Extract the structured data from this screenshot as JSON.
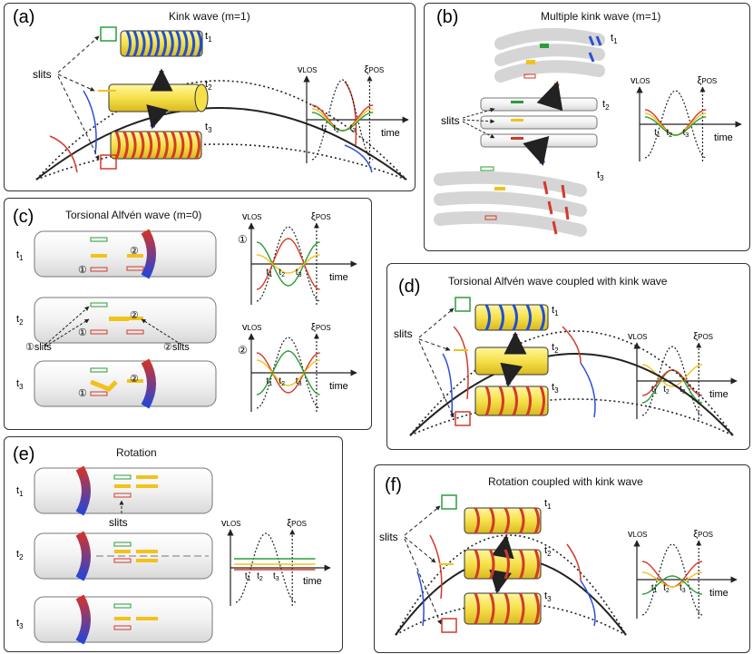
{
  "panels": {
    "a": {
      "label": "(a)",
      "title": "Kink wave (m=1)"
    },
    "b": {
      "label": "(b)",
      "title": "Multiple kink wave (m=1)"
    },
    "c": {
      "label": "(c)",
      "title": "Torsional Alfvén wave (m=0)"
    },
    "d": {
      "label": "(d)",
      "title": "Torsional Alfvén wave coupled with kink wave"
    },
    "e": {
      "label": "(e)",
      "title": "Rotation"
    },
    "f": {
      "label": "(f)",
      "title": "Rotation coupled with kink wave"
    }
  },
  "text": {
    "slits": "slits",
    "t1": "t",
    "t2": "t",
    "t3": "t",
    "sub1": "1",
    "sub2": "2",
    "sub3": "3",
    "time": "time",
    "vlos": "v",
    "vlos_sub": "LOS",
    "xipos": "ξ",
    "xipos_sub": "POS",
    "circle1": "①",
    "circle2": "②",
    "circle1_slits": "①slits",
    "circle2_slits": "②slits"
  },
  "colors": {
    "green": "#2a9d3a",
    "yellow": "#f2c21b",
    "red": "#d23a2a",
    "blue": "#1f4fd6",
    "arrow_red": "#b0442f",
    "tube_yellow": "#f6e04a"
  }
}
